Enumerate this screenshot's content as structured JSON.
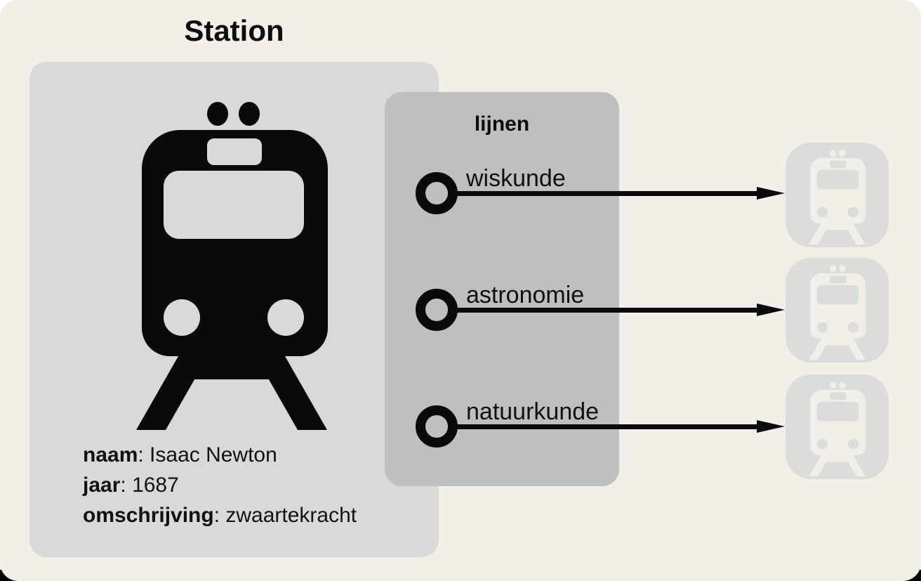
{
  "diagram": {
    "title": "Station",
    "station": {
      "attributes": [
        {
          "label": "naam",
          "separator": ": ",
          "value": "Isaac Newton"
        },
        {
          "label": "jaar",
          "separator": ": ",
          "value": "1687"
        },
        {
          "label": "omschrijving",
          "separator": ": ",
          "value": "zwaartekracht"
        }
      ]
    },
    "lines": {
      "title": "lijnen",
      "items": [
        {
          "label": "wiskunde"
        },
        {
          "label": "astronomie"
        },
        {
          "label": "natuurkunde"
        }
      ]
    },
    "icons": {
      "station_icon": "train-front-icon",
      "destination_icon": "train-front-icon-faded",
      "destination_count": 3
    },
    "colors": {
      "page_background": "#f2efe9",
      "station_panel": "#d9d9d9",
      "lines_panel": "#bfbfbf",
      "ink": "#0a0a0a",
      "destination_tile": "#dbddda",
      "destination_glyph": "#f2efe9"
    }
  }
}
